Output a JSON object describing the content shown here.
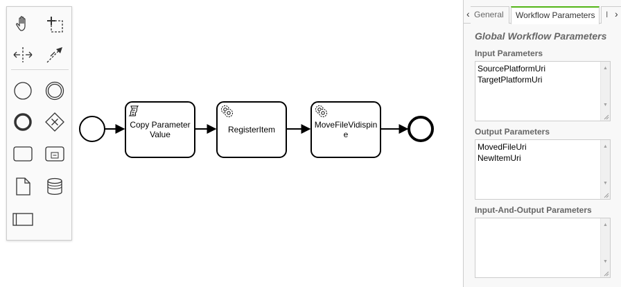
{
  "palette": {
    "tools": [
      {
        "name": "hand-tool",
        "icon": "hand-icon"
      },
      {
        "name": "lasso-tool",
        "icon": "lasso-icon"
      },
      {
        "name": "space-tool",
        "icon": "space-icon"
      },
      {
        "name": "connect-tool",
        "icon": "connect-arrow-icon"
      },
      {
        "name": "start-event",
        "icon": "circle-icon"
      },
      {
        "name": "intermediate-event",
        "icon": "double-circle-icon"
      },
      {
        "name": "end-event",
        "icon": "bold-circle-icon"
      },
      {
        "name": "gateway",
        "icon": "gateway-x-icon"
      },
      {
        "name": "task",
        "icon": "rounded-rect-icon"
      },
      {
        "name": "subprocess",
        "icon": "subprocess-icon"
      },
      {
        "name": "data-object",
        "icon": "document-icon"
      },
      {
        "name": "data-store",
        "icon": "database-icon"
      },
      {
        "name": "pool",
        "icon": "pool-icon"
      }
    ]
  },
  "diagram": {
    "tasks": [
      {
        "label": "Copy Parameter Value",
        "icon": "script-icon"
      },
      {
        "label": "RegisterItem",
        "icon": "gear-icon"
      },
      {
        "label": "MoveFileVidispine",
        "icon": "gear-icon"
      }
    ]
  },
  "properties": {
    "tabs": [
      {
        "label": "General"
      },
      {
        "label": "Workflow Parameters"
      },
      {
        "label": "I"
      }
    ],
    "title": "Global Workflow Parameters",
    "groups": [
      {
        "label": "Input Parameters",
        "lines": [
          "SourcePlatformUri",
          "TargetPlatformUri"
        ]
      },
      {
        "label": "Output Parameters",
        "lines": [
          "MovedFileUri",
          "NewItemUri"
        ]
      },
      {
        "label": "Input-And-Output Parameters",
        "lines": []
      }
    ]
  }
}
